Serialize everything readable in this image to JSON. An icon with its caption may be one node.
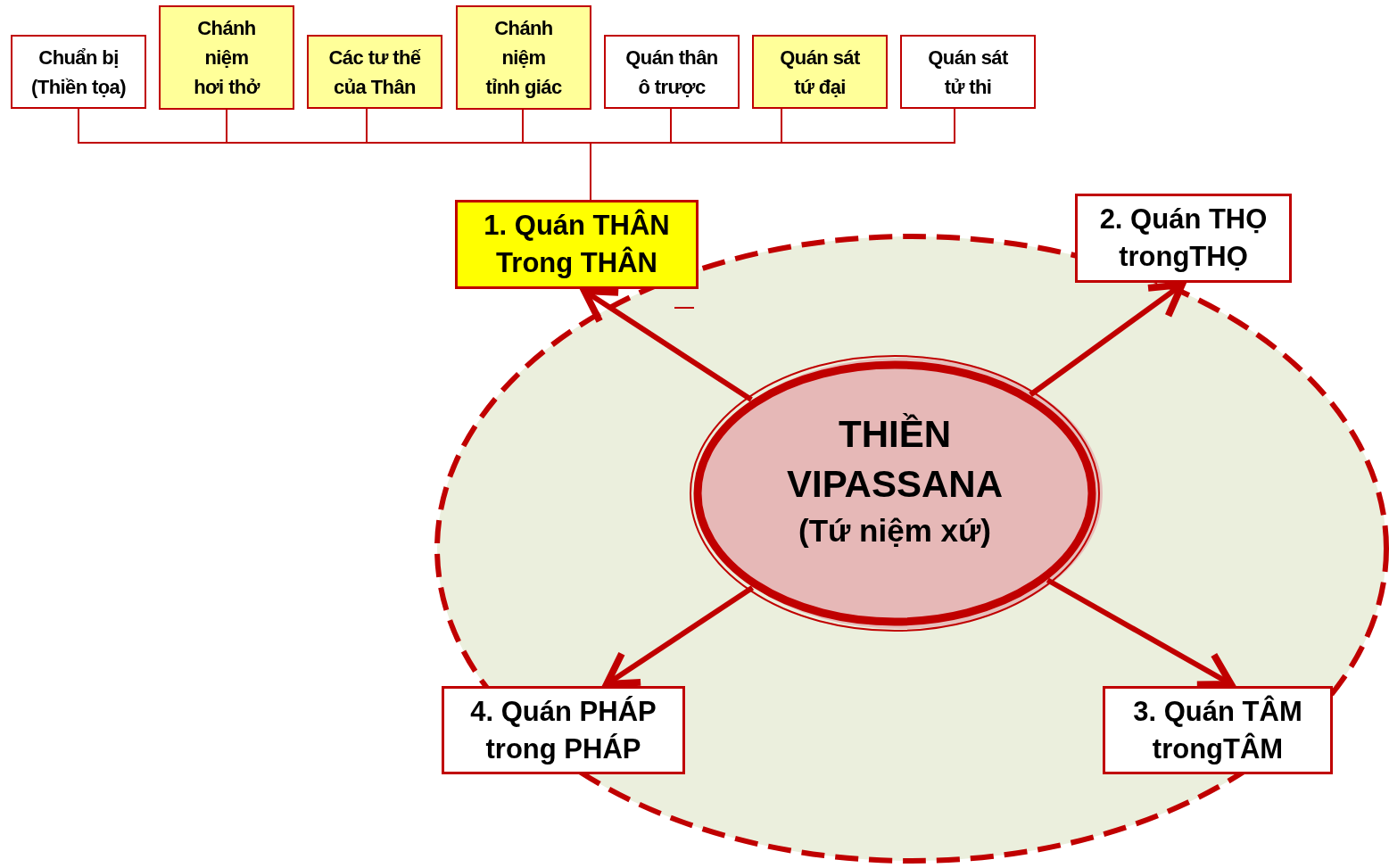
{
  "diagram": {
    "nodes": [
      {
        "text": [
          "Chuẩn bị (Thiền tọa)"
        ]
      },
      {
        "text": [
          "Chánh niệm hơi thở"
        ]
      },
      {
        "text": [
          "Các tư thế của Thân"
        ]
      },
      {
        "text": [
          "Chánh niệm tỉnh giác"
        ]
      },
      {
        "text": [
          "Quán thân ô trược"
        ]
      },
      {
        "text": [
          "Quán sát tứ đại"
        ]
      },
      {
        "text": [
          "Quán sát tử thi"
        ]
      },
      {
        "text": [
          "1. Quán THÂN Trong THÂN"
        ]
      },
      {
        "text": [
          "2. Quán THỌ trongTHỌ"
        ]
      },
      {
        "text": [
          "3. Quán TÂM trongTÂM"
        ]
      },
      {
        "text": [
          "4. Quán PHÁP trong PHÁP"
        ]
      },
      {
        "text": [
          "THIỀN VIPASSANA",
          "(Tứ niệm xứ)"
        ]
      }
    ],
    "edges": [
      {
        "from": 7,
        "to": 0,
        "arrow": "none"
      },
      {
        "from": 7,
        "to": 1,
        "arrow": "none"
      },
      {
        "from": 7,
        "to": 2,
        "arrow": "none"
      },
      {
        "from": 7,
        "to": 3,
        "arrow": "none"
      },
      {
        "from": 7,
        "to": 4,
        "arrow": "none"
      },
      {
        "from": 7,
        "to": 5,
        "arrow": "none"
      },
      {
        "from": 7,
        "to": 6,
        "arrow": "none"
      },
      {
        "from": 11,
        "to": 7,
        "arrow": "to",
        "style": "thick"
      },
      {
        "from": 11,
        "to": 8,
        "arrow": "to",
        "style": "thick"
      },
      {
        "from": 11,
        "to": 9,
        "arrow": "to",
        "style": "thick"
      },
      {
        "from": 11,
        "to": 10,
        "arrow": "to",
        "style": "thick"
      }
    ]
  }
}
